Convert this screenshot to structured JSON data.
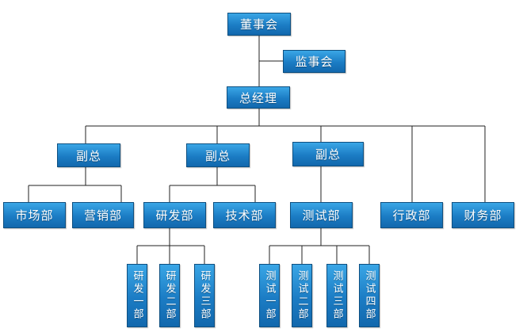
{
  "colors": {
    "box_top": "#3aa6e6",
    "box_bottom": "#1268ad",
    "box_border": "#0e4f80",
    "text": "#ffffff",
    "line": "#222222"
  },
  "nodes": {
    "board": "董事会",
    "supervisory_board": "监事会",
    "general_manager": "总经理",
    "vp_1": "副总",
    "vp_2": "副总",
    "vp_3": "副总",
    "administration": "行政部",
    "finance": "财务部",
    "marketing": "市场部",
    "sales": "营销部",
    "rnd": "研发部",
    "technology": "技术部",
    "testing": "测试部",
    "rnd_1": "研发一部",
    "rnd_2": "研发二部",
    "rnd_3": "研发三部",
    "test_1": "测试一部",
    "test_2": "测试二部",
    "test_3": "测试三部",
    "test_4": "测试四部"
  }
}
